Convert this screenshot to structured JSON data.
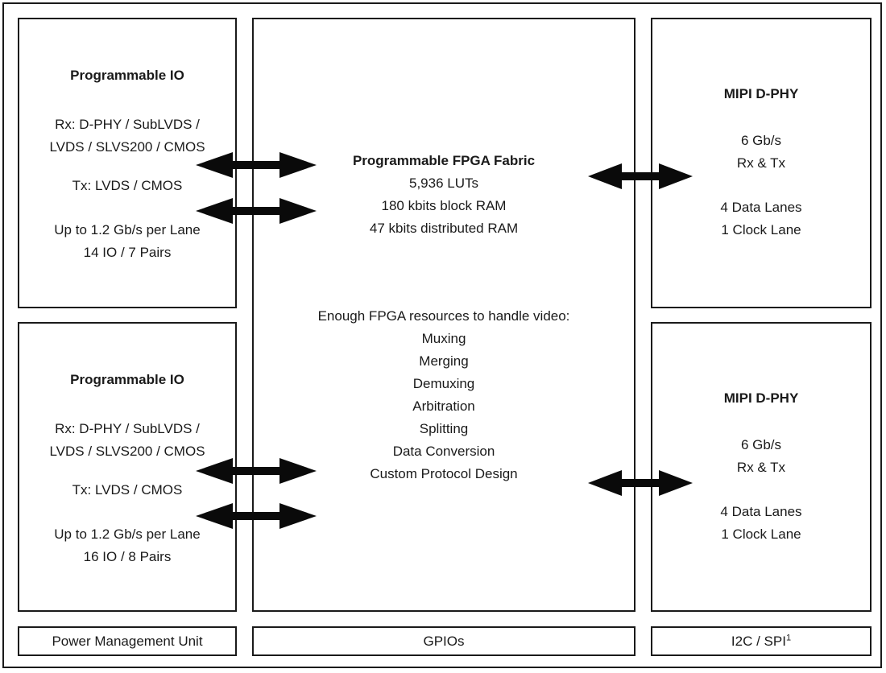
{
  "left": {
    "io_top": {
      "title": "Programmable IO",
      "rx_line1": "Rx: D-PHY / SubLVDS /",
      "rx_line2": "LVDS / SLVS200 / CMOS",
      "tx_line": "Tx: LVDS / CMOS",
      "rate_line": "Up to 1.2 Gb/s per Lane",
      "pairs_line": "14 IO / 7 Pairs"
    },
    "io_bottom": {
      "title": "Programmable IO",
      "rx_line1": "Rx: D-PHY / SubLVDS /",
      "rx_line2": "LVDS / SLVS200 / CMOS",
      "tx_line": "Tx: LVDS / CMOS",
      "rate_line": "Up to 1.2 Gb/s per Lane",
      "pairs_line": "16 IO / 8 Pairs"
    },
    "pmu_label": "Power Management Unit"
  },
  "center": {
    "fabric": {
      "title": "Programmable FPGA Fabric",
      "lines": [
        "5,936 LUTs",
        "180 kbits block RAM",
        "47 kbits distributed RAM"
      ]
    },
    "resources": {
      "intro": "Enough FPGA resources to handle video:",
      "items": [
        "Muxing",
        "Merging",
        "Demuxing",
        "Arbitration",
        "Splitting",
        "Data Conversion",
        "Custom Protocol Design"
      ]
    },
    "gpio_label": "GPIOs"
  },
  "right": {
    "dphy_top": {
      "title": "MIPI D-PHY",
      "rate_line": "6 Gb/s",
      "rxtx_line": "Rx & Tx",
      "data_lanes_line": "4 Data Lanes",
      "clock_lane_line": "1 Clock Lane"
    },
    "dphy_bottom": {
      "title": "MIPI D-PHY",
      "rate_line": "6 Gb/s",
      "rxtx_line": "Rx & Tx",
      "data_lanes_line": "4 Data Lanes",
      "clock_lane_line": "1 Clock Lane"
    },
    "i2c_spi": {
      "label": "I2C / SPI",
      "superscript": "1"
    }
  },
  "icons": {
    "bidirectional_arrow": "↔"
  },
  "colors": {
    "line": "#1a1a1a",
    "arrow": "#0a0a0a",
    "background": "#ffffff"
  }
}
